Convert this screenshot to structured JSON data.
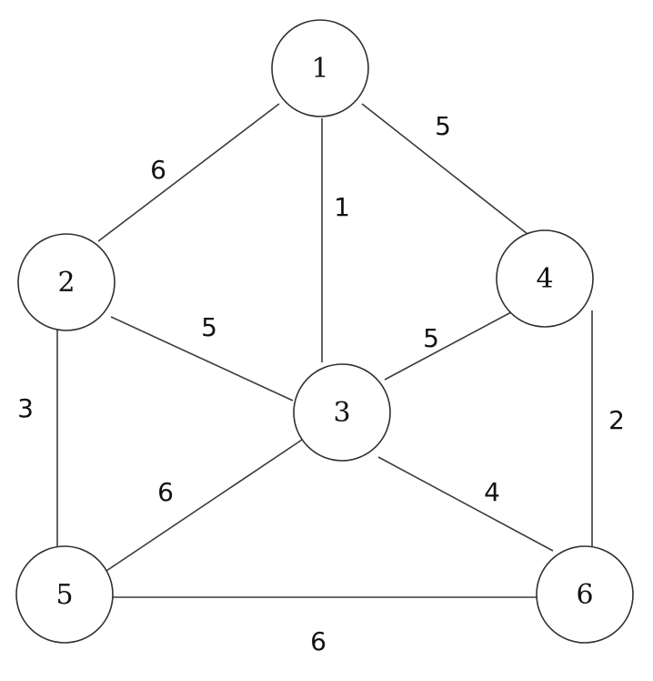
{
  "nodes": [
    {
      "id": "1",
      "label": "1"
    },
    {
      "id": "2",
      "label": "2"
    },
    {
      "id": "3",
      "label": "3"
    },
    {
      "id": "4",
      "label": "4"
    },
    {
      "id": "5",
      "label": "5"
    },
    {
      "id": "6",
      "label": "6"
    }
  ],
  "edges": [
    {
      "from": "1",
      "to": "2",
      "weight": "6"
    },
    {
      "from": "1",
      "to": "3",
      "weight": "1"
    },
    {
      "from": "1",
      "to": "4",
      "weight": "5"
    },
    {
      "from": "2",
      "to": "3",
      "weight": "5"
    },
    {
      "from": "4",
      "to": "3",
      "weight": "5"
    },
    {
      "from": "2",
      "to": "5",
      "weight": "3"
    },
    {
      "from": "4",
      "to": "6",
      "weight": "2"
    },
    {
      "from": "3",
      "to": "5",
      "weight": "6"
    },
    {
      "from": "3",
      "to": "6",
      "weight": "4"
    },
    {
      "from": "5",
      "to": "6",
      "weight": "6"
    }
  ],
  "colors": {
    "line": "#3a3a3a",
    "text": "#111111",
    "background": "#ffffff"
  }
}
